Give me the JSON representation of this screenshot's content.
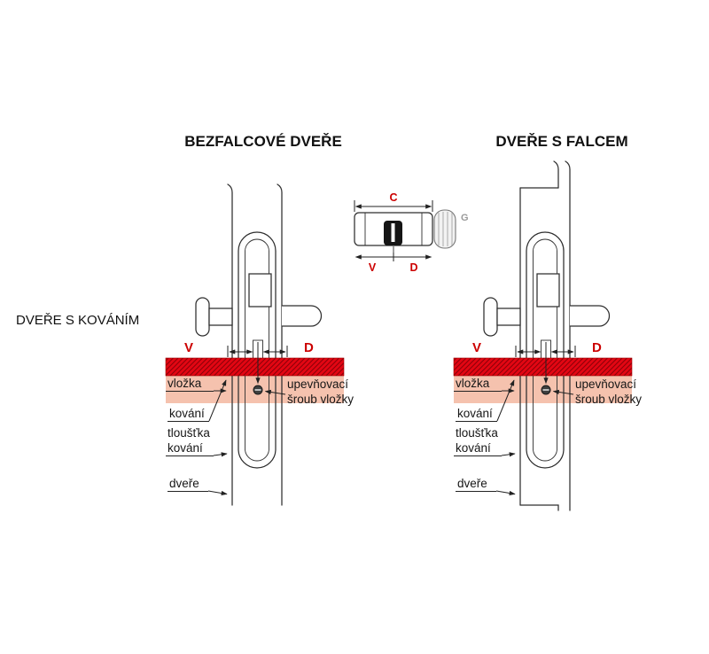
{
  "titles": {
    "left_diagram": "BEZFALCOVÉ DVEŘE",
    "right_diagram": "DVEŘE S FALCEM",
    "side_label": "DVEŘE S KOVÁNÍM"
  },
  "cylinder_legend": {
    "c": "C",
    "v": "V",
    "d": "D",
    "g": "G"
  },
  "dim_labels": {
    "v": "V",
    "d": "D"
  },
  "callouts": {
    "vlozka": "vložka",
    "kovani": "kování",
    "tloustka_l1": "tloušťka",
    "tloustka_l2": "kování",
    "dvere": "dveře",
    "sroub_l1": "upevňovací",
    "sroub_l2": "šroub vložky"
  },
  "colors": {
    "dimension_red": "#cc0000",
    "hatch_red": "#e30613",
    "hatch_line": "#8f0008",
    "cylinder_pink": "#f5c2ae",
    "line_dark": "#2e2e2e",
    "knob_grey": "#9a9a9a"
  }
}
